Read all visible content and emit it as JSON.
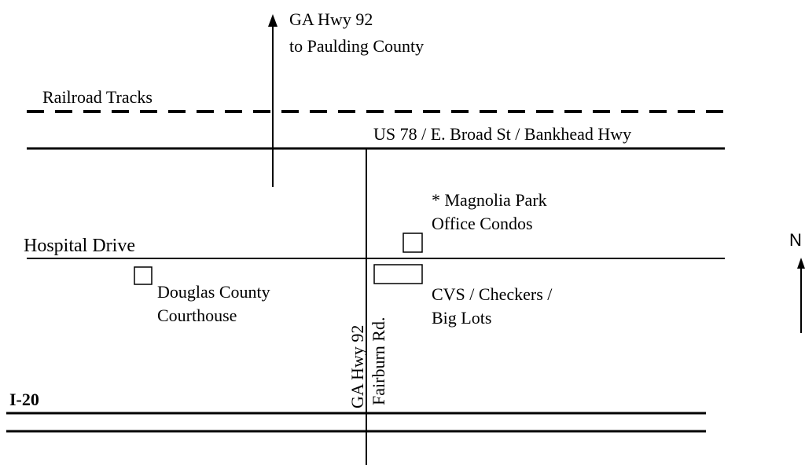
{
  "map": {
    "highway_north_label_line1": "GA Hwy 92",
    "highway_north_label_line2": "to Paulding County",
    "railroad_label": "Railroad Tracks",
    "us78_label": "US 78 / E. Broad St / Bankhead Hwy",
    "hospital_drive_label": "Hospital Drive",
    "i20_label": "I-20",
    "ga92_vertical_label": "GA Hwy 92",
    "fairburn_label": "Fairburn Rd.",
    "magnolia_line1": "* Magnolia Park",
    "magnolia_line2": "Office Condos",
    "cvs_line1": "CVS / Checkers /",
    "cvs_line2": "Big Lots",
    "courthouse_line1": "Douglas County",
    "courthouse_line2": "Courthouse",
    "north_label": "N"
  },
  "colors": {
    "ink": "#000000",
    "background": "#ffffff"
  }
}
